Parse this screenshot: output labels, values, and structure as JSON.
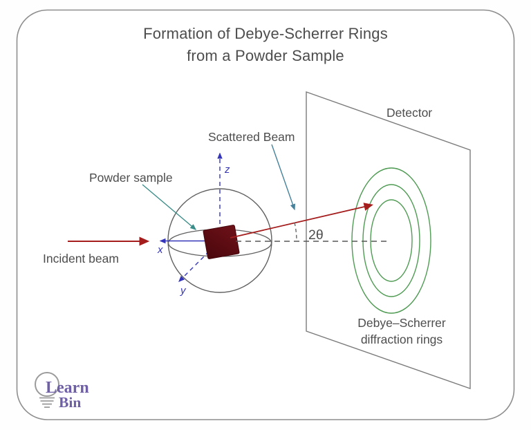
{
  "title": {
    "line1": "Formation of Debye-Scherrer Rings",
    "line2": "from a Powder Sample"
  },
  "diagram": {
    "incident_beam_label": "Incident beam",
    "powder_sample_label": "Powder sample",
    "scattered_beam_label": "Scattered Beam",
    "detector_label": "Detector",
    "angle_label": "2θ",
    "rings_caption_line1": "Debye–Scherrer",
    "rings_caption_line2": "diffraction rings",
    "axes": {
      "x": "x",
      "y": "y",
      "z": "z"
    }
  },
  "logo": {
    "name_line1": "Learn",
    "name_line2": "Bin"
  },
  "colors": {
    "beam_red": "#a51c1c",
    "axis_blue": "#3434b8",
    "ring_green": "#4f9b53",
    "pointer_teal": "#3a8c88",
    "pointer_steel_blue": "#45819b",
    "outline_gray": "#606060",
    "detector_gray": "#7b7b7b",
    "dashed_line_gray": "#575757",
    "text_gray": "#4d4d4d",
    "sample_maroon_dark": "#4a070d",
    "sample_maroon_light": "#6e1118",
    "logo_purple": "#6e5fa6",
    "frame_border_gray": "#8e8e8e",
    "bulb_gray": "#9b9b9b"
  }
}
